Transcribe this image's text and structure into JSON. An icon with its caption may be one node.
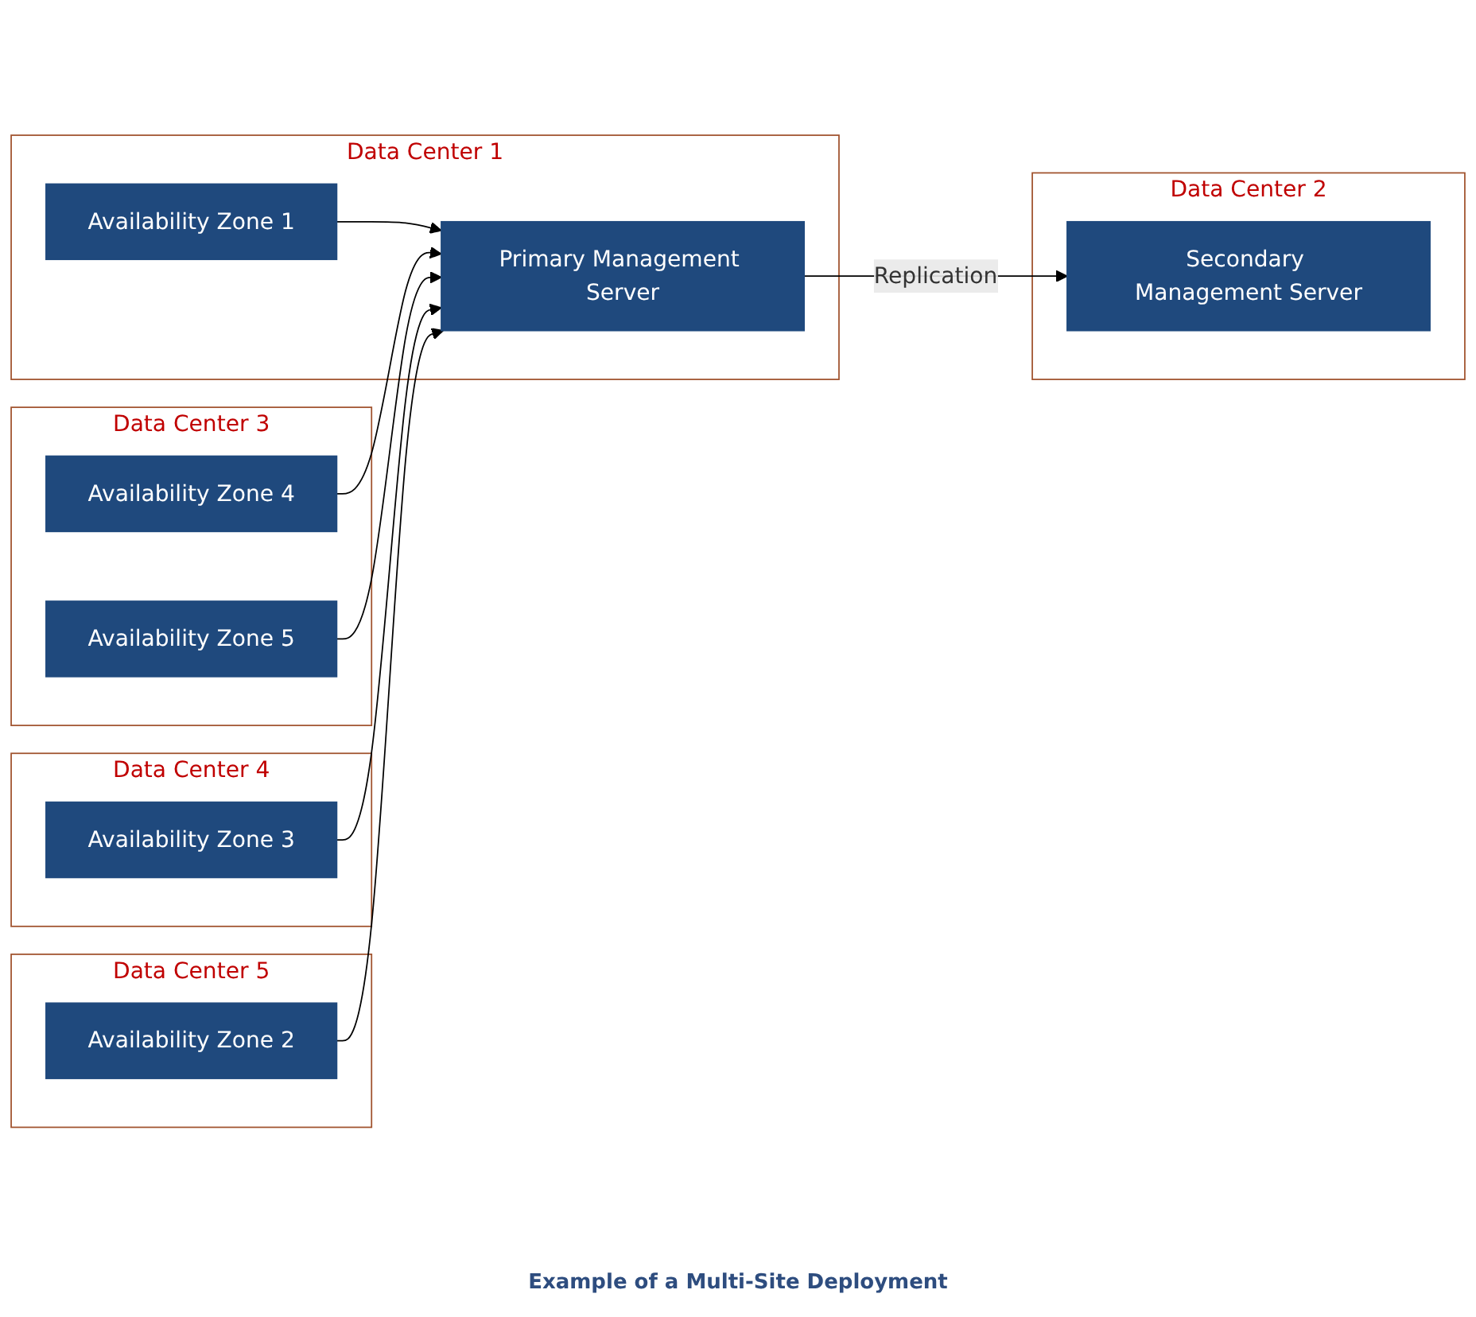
{
  "diagram": {
    "caption": "Example of a Multi-Site Deployment",
    "nodes": [
      {
        "text": [
          "Data Center 1"
        ]
      },
      {
        "text": [
          "Availability Zone 1"
        ],
        "in": 0
      },
      {
        "text": [
          "Primary Management Server"
        ],
        "in": 0
      },
      {
        "text": [
          "Data Center 2"
        ]
      },
      {
        "text": [
          "Secondary Management Server"
        ],
        "in": 3
      },
      {
        "text": [
          "Data Center 5"
        ]
      },
      {
        "text": [
          "Availability Zone 2"
        ],
        "in": 5
      },
      {
        "text": [
          "Data Center 3"
        ]
      },
      {
        "text": [
          "Availability Zone 4"
        ],
        "in": 7
      },
      {
        "text": [
          "Availability Zone 5"
        ],
        "in": 7
      },
      {
        "text": [
          "Data Center 4"
        ]
      },
      {
        "text": [
          "Availability Zone 3"
        ],
        "in": 10
      }
    ],
    "edges": [
      {
        "from": 2,
        "to": 4,
        "arrow": "to",
        "label": "Replication"
      },
      {
        "from": 1,
        "to": 2,
        "arrow": "to"
      },
      {
        "from": 8,
        "to": 2,
        "arrow": "to"
      },
      {
        "from": 9,
        "to": 2,
        "arrow": "to"
      },
      {
        "from": 11,
        "to": 2,
        "arrow": "to"
      },
      {
        "from": 6,
        "to": 2,
        "arrow": "to"
      }
    ]
  }
}
